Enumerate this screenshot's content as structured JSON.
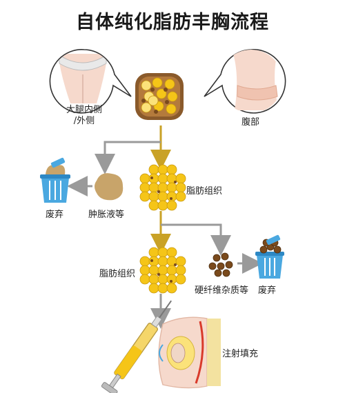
{
  "title": "自体纯化脂肪丰胸流程",
  "labels": {
    "thigh_line1": "大腿内侧",
    "thigh_line2": "/外侧",
    "abdomen": "腹部",
    "fat_tissue_1": "脂肪组织",
    "swelling_fluid": "肿胀液等",
    "discard_1": "废弃",
    "fat_tissue_2": "脂肪组织",
    "fibrous_impurities": "硬纤维杂质等",
    "discard_2": "废弃",
    "injection_fill": "注射填充"
  },
  "colors": {
    "fat_yellow": "#f5c518",
    "fat_light": "#fbe27a",
    "impurity_brown": "#7a4a1c",
    "swelling_fluid": "#c8a46a",
    "arrow_gold": "#c9a227",
    "arrow_gray": "#9a9a9a",
    "bin_blue": "#4aa8e0",
    "skin": "#f6d9cc"
  },
  "icons": {
    "bubble_thigh": "thigh-speech-bubble-icon",
    "bubble_abdomen": "abdomen-speech-bubble-icon",
    "raw_fat": "raw-fat-cluster-icon",
    "trash_bin": "trash-bin-icon",
    "syringe": "syringe-icon",
    "breast": "breast-cross-section-icon"
  }
}
